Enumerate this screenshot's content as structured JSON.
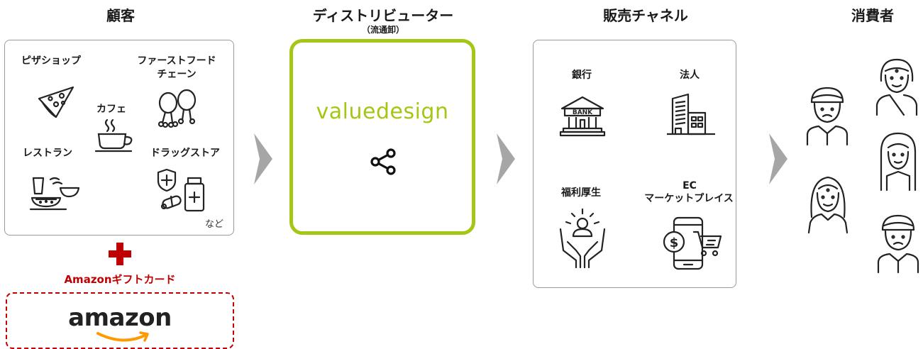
{
  "headers": {
    "customers": "顧客",
    "distributor": "ディストリビューター",
    "distributor_sub": "（流通卸）",
    "channels": "販売チャネル",
    "consumers": "消費者"
  },
  "customers": {
    "pizza": "ピザショップ",
    "fastfood_line1": "ファーストフード",
    "fastfood_line2": "チェーン",
    "cafe": "カフェ",
    "restaurant": "レストラン",
    "drugstore": "ドラッグストア",
    "etc": "など"
  },
  "distributor": {
    "brand": "valuedesign"
  },
  "channels": {
    "bank": "銀行",
    "bank_sign": "BANK",
    "corporate": "法人",
    "welfare": "福利厚生",
    "ec_line1": "EC",
    "ec_line2": "マーケットプレイス"
  },
  "amazon": {
    "plus": "+",
    "label": "Amazonギフトカード",
    "logo": "amazon"
  },
  "colors": {
    "accent_green": "#a4c614",
    "accent_red": "#c00000",
    "arrow_gray": "#a6a6a6",
    "border_gray": "#9a9a9a",
    "amazon_orange": "#f90"
  }
}
